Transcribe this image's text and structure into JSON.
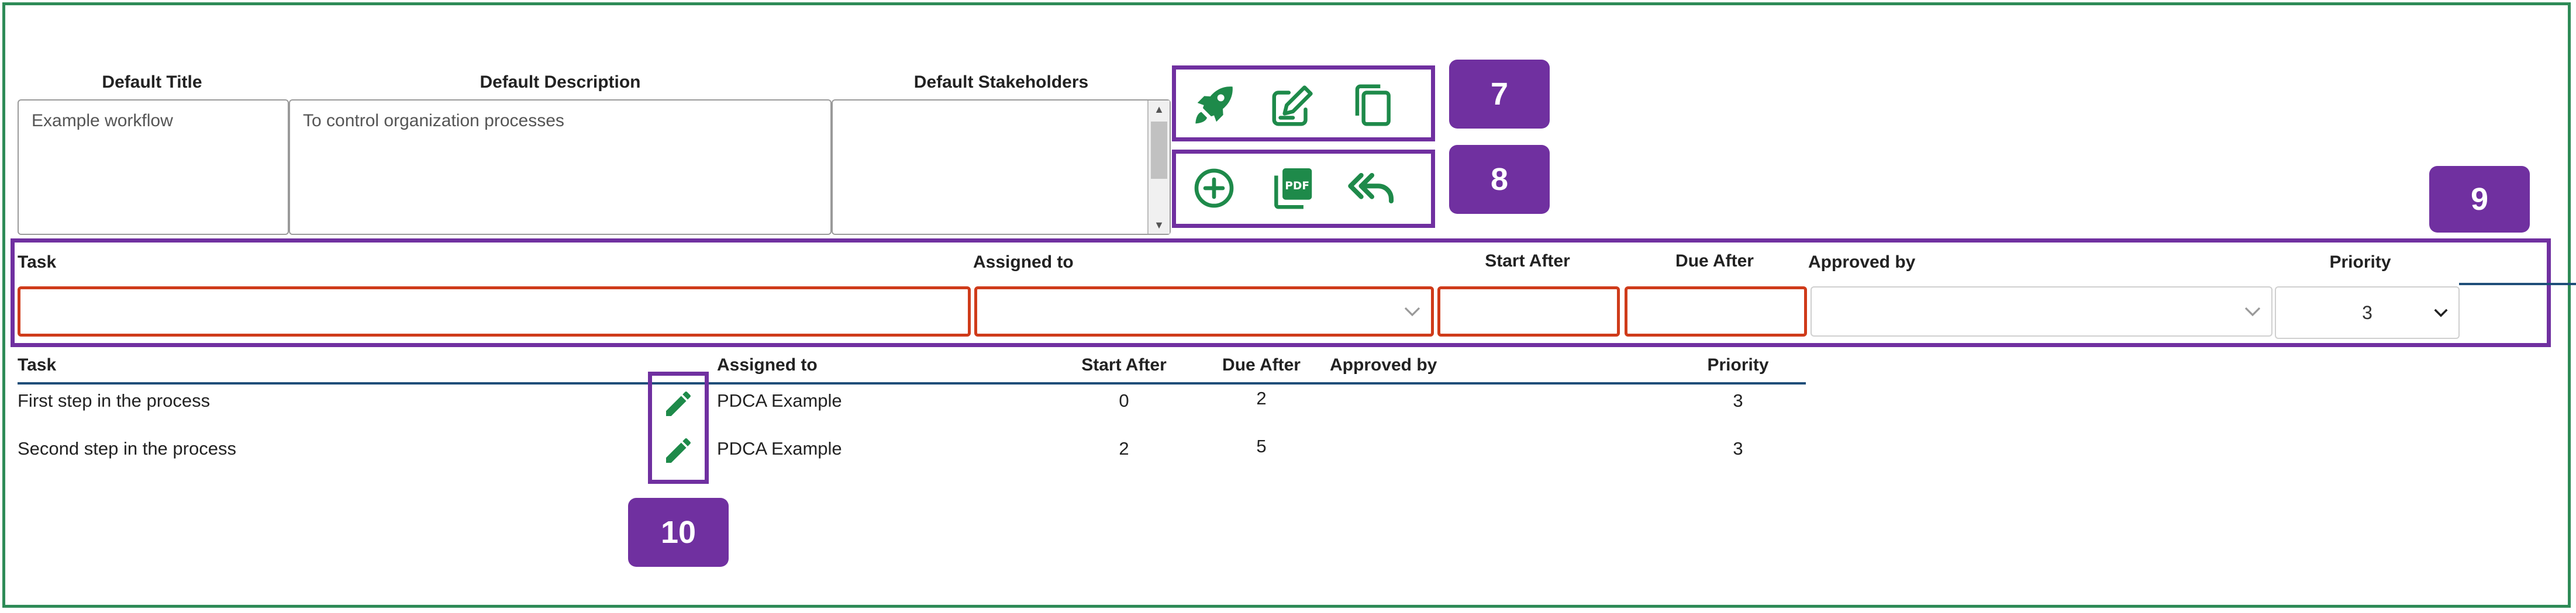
{
  "defaults": {
    "title_label": "Default Title",
    "title_value": "Example workflow",
    "description_label": "Default Description",
    "description_value": "To control organization processes",
    "stakeholders_label": "Default Stakeholders"
  },
  "toolbar_top": {
    "icons": [
      "rocket-icon",
      "edit-document-icon",
      "copy-icon"
    ],
    "badge": "7"
  },
  "toolbar_bottom": {
    "icons": [
      "add-circle-icon",
      "pdf-icon",
      "reply-all-icon"
    ],
    "badge": "8"
  },
  "entry_form": {
    "badge": "9",
    "task_label": "Task",
    "assigned_label": "Assigned to",
    "start_label": "Start After",
    "due_label": "Due After",
    "approved_label": "Approved by",
    "priority_label": "Priority",
    "task_value": "",
    "priority_value": "3"
  },
  "task_table": {
    "headers": {
      "task": "Task",
      "assigned": "Assigned to",
      "start": "Start After",
      "due": "Due After",
      "approved": "Approved by",
      "priority": "Priority"
    },
    "rows": [
      {
        "task": "First step in the process",
        "assigned": "PDCA Example",
        "start": "0",
        "due": "2",
        "approved": "",
        "priority": "3"
      },
      {
        "task": "Second step in the process",
        "assigned": "PDCA Example",
        "start": "2",
        "due": "5",
        "approved": "",
        "priority": "3"
      }
    ],
    "edit_badge": "10"
  },
  "colors": {
    "accent_green": "#1e8a4a",
    "annotation_purple": "#7030a0",
    "field_error_red": "#cf3b1a",
    "divider_blue": "#1f4e79"
  }
}
